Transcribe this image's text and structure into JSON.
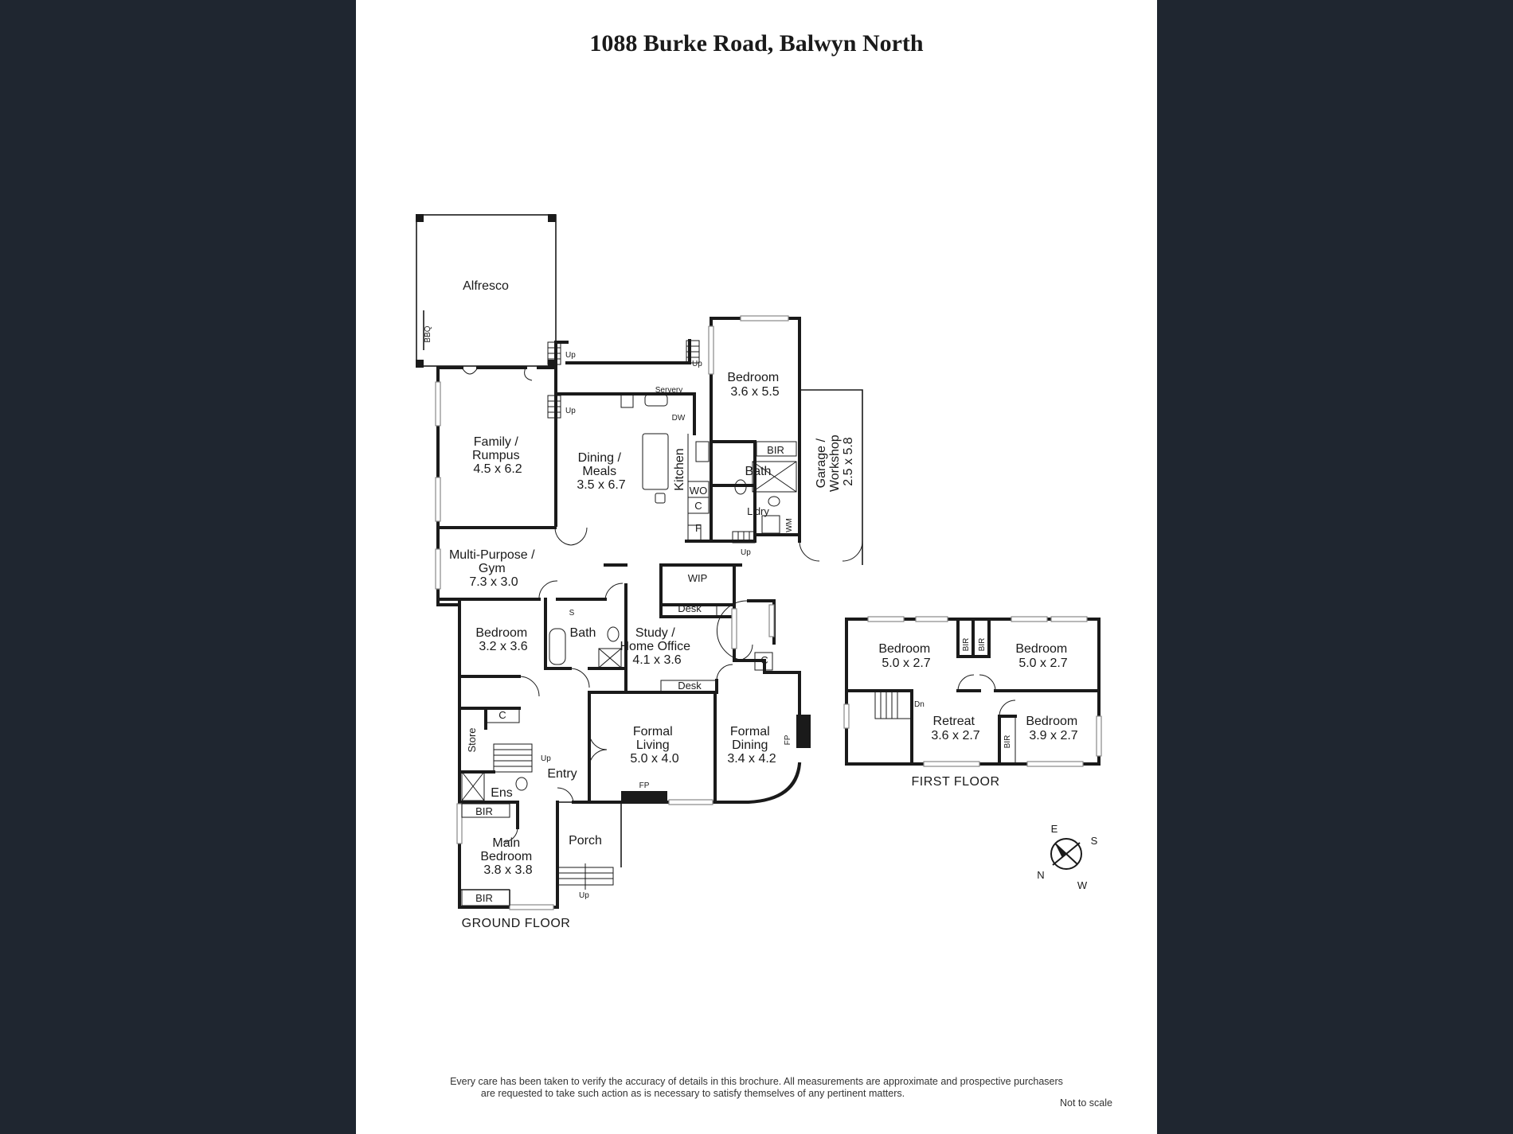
{
  "title": "1088 Burke Road, Balwyn North",
  "ground_floor": {
    "label": "GROUND FLOOR",
    "rooms": {
      "alfresco": "Alfresco",
      "family_rumpus": [
        "Family /",
        "Rumpus",
        "4.5 x 6.2"
      ],
      "dining_meals": [
        "Dining /",
        "Meals",
        "3.5 x 6.7"
      ],
      "kitchen": "Kitchen",
      "bedroom_rear": [
        "Bedroom",
        "3.6 x 5.5"
      ],
      "garage_workshop": [
        "Garage /",
        "Workshop",
        "2.5 x 5.8"
      ],
      "multi_purpose_gym": [
        "Multi-Purpose /",
        "Gym",
        "7.3 x 3.0"
      ],
      "bedroom_mid": [
        "Bedroom",
        "3.2 x 3.6"
      ],
      "study_home_office": [
        "Study /",
        "Home Office",
        "4.1 x 3.6"
      ],
      "formal_living": [
        "Formal",
        "Living",
        "5.0 x 4.0"
      ],
      "formal_dining": [
        "Formal",
        "Dining",
        "3.4 x 4.2"
      ],
      "entry": "Entry",
      "porch": "Porch",
      "main_bedroom": [
        "Main",
        "Bedroom",
        "3.8 x 3.8"
      ]
    },
    "small_labels": {
      "bbq": "BBQ",
      "servery": "Servery",
      "dw": "DW",
      "wo": "WO",
      "c": "C",
      "f": "F",
      "bir": "BIR",
      "bath": "Bath",
      "ldry": "L'dry",
      "wm": "WM",
      "wip": "WIP",
      "desk": "Desk",
      "s": "S",
      "store": "Store",
      "ens": "Ens",
      "fp": "FP",
      "up": "Up"
    }
  },
  "first_floor": {
    "label": "FIRST FLOOR",
    "rooms": {
      "bedroom_1": [
        "Bedroom",
        "5.0 x 2.7"
      ],
      "bedroom_2": [
        "Bedroom",
        "5.0 x 2.7"
      ],
      "retreat": [
        "Retreat",
        "3.6 x 2.7"
      ],
      "bedroom_3": [
        "Bedroom",
        "3.9 x 2.7"
      ]
    },
    "small_labels": {
      "bir": "BIR",
      "dn": "Dn"
    }
  },
  "compass": {
    "e": "E",
    "s": "S",
    "n": "N",
    "w": "W"
  },
  "disclaimer": {
    "line1": "Every care has been taken to verify the accuracy of details in this brochure.  All measurements are approximate and prospective purchasers",
    "line2": "are requested to take such action as is necessary to satisfy themselves of any pertinent matters."
  },
  "scale_note": "Not to scale"
}
